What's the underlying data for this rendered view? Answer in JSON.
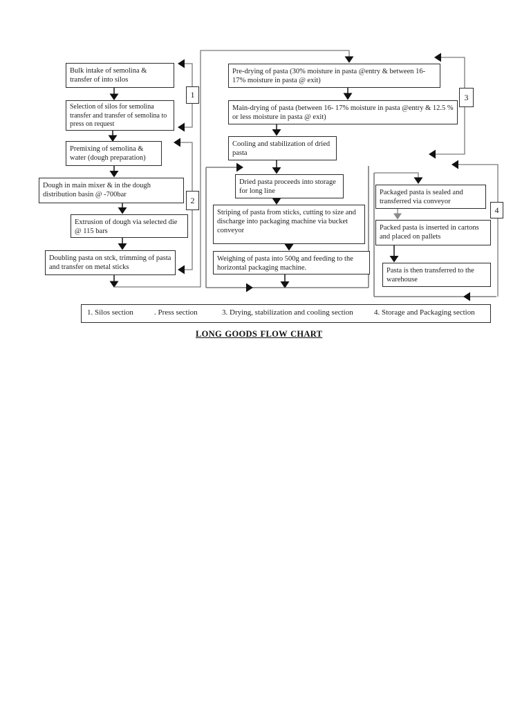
{
  "title": "LONG GOODS FLOW CHART",
  "flowchart": {
    "silos_press_column": [
      {
        "text": "Bulk intake of semolina & transfer of into silos"
      },
      {
        "text": "Selection of silos for semolina transfer and transfer of semolina to press on request"
      },
      {
        "text": "Premixing of  semolina & water  (dough preparation)"
      },
      {
        "text": "Dough in main mixer & in the dough distribution basin @ -700bar"
      },
      {
        "text": "Extrusion of dough via selected die @ 115 bars"
      },
      {
        "text": "Doubling pasta on stck, trimming of pasta and transfer on metal sticks"
      }
    ],
    "drying_column": [
      {
        "text": "Pre-drying  of pasta (30% moisture in  pasta @entry & between 16-17% moisture in pasta @ exit)"
      },
      {
        "text": "Main-drying  of pasta (between 16- 17% moisture in pasta @entry & 12.5 % or less moisture in pasta @ exit)"
      },
      {
        "text": "Cooling  and stabilization of dried  pasta"
      },
      {
        "text": "Dried pasta proceeds into storage for long line"
      },
      {
        "text": "Striping of pasta from sticks, cutting to size and discharge into packaging machine via bucket conveyor"
      },
      {
        "text": "Weighing of pasta into 500g and feeding to the horizontal packaging machine."
      }
    ],
    "packaging_column": [
      {
        "text": "Packaged pasta is sealed and transferred via conveyor"
      },
      {
        "text": "Packed pasta is inserted in cartons and placed on pallets"
      },
      {
        "text": "Pasta is then transferred to the warehouse"
      }
    ],
    "section_labels": {
      "s1": "1",
      "s2": "2",
      "s3": "3",
      "s4": "4"
    }
  },
  "legend": {
    "items": [
      "1. Silos section",
      ". Press section",
      "3.  Drying, stabilization and cooling section",
      "4. Storage and Packaging section"
    ]
  }
}
